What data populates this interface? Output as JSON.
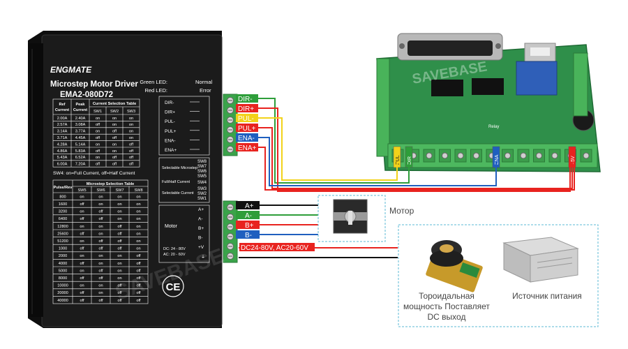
{
  "driver": {
    "brand": "ENGMATE",
    "title": "Microstep Motor Driver",
    "model": "EMA2-080D72",
    "led_green": "Green LED:",
    "led_green_state": "Normal",
    "led_red": "Red LED:",
    "led_red_state": "Error",
    "current_table": {
      "headers": [
        "Ref Current",
        "Peak Current",
        "Current Selection Table"
      ],
      "switch_headers": [
        "SW1",
        "SW2",
        "SW3"
      ],
      "rows": [
        [
          "2.00A",
          "2.40A",
          "on",
          "on",
          "on"
        ],
        [
          "2.57A",
          "3.08A",
          "off",
          "on",
          "on"
        ],
        [
          "3.14A",
          "3.77A",
          "on",
          "off",
          "on"
        ],
        [
          "3.71A",
          "4.45A",
          "off",
          "off",
          "on"
        ],
        [
          "4.28A",
          "5.14A",
          "on",
          "on",
          "off"
        ],
        [
          "4.86A",
          "5.83A",
          "off",
          "on",
          "off"
        ],
        [
          "5.43A",
          "6.52A",
          "on",
          "off",
          "off"
        ],
        [
          "6.00A",
          "7.20A",
          "off",
          "off",
          "off"
        ]
      ]
    },
    "sw4_note": "SW4: on=Full Current, off=Half Current",
    "microstep_table": {
      "headers": [
        "Pulse/Rev",
        "Microstep Selection Table"
      ],
      "switch_headers": [
        "SW5",
        "SW6",
        "SW7",
        "SW8"
      ],
      "rows": [
        [
          "800",
          "on",
          "on",
          "on",
          "on"
        ],
        [
          "1600",
          "off",
          "on",
          "on",
          "on"
        ],
        [
          "3200",
          "on",
          "off",
          "on",
          "on"
        ],
        [
          "6400",
          "off",
          "off",
          "on",
          "on"
        ],
        [
          "12800",
          "on",
          "on",
          "off",
          "on"
        ],
        [
          "25600",
          "off",
          "on",
          "off",
          "on"
        ],
        [
          "51200",
          "on",
          "off",
          "off",
          "on"
        ],
        [
          "1000",
          "off",
          "off",
          "off",
          "on"
        ],
        [
          "2000",
          "on",
          "on",
          "on",
          "off"
        ],
        [
          "4000",
          "off",
          "on",
          "on",
          "off"
        ],
        [
          "5000",
          "on",
          "off",
          "on",
          "off"
        ],
        [
          "8000",
          "off",
          "off",
          "on",
          "off"
        ],
        [
          "10000",
          "on",
          "on",
          "off",
          "off"
        ],
        [
          "20000",
          "off",
          "on",
          "off",
          "off"
        ],
        [
          "40000",
          "off",
          "off",
          "off",
          "off"
        ]
      ]
    },
    "signal_terminals": [
      "DIR-",
      "DIR+",
      "PUL-",
      "PUL+",
      "ENA-",
      "ENA+"
    ],
    "dip_groups": {
      "microstep_label": "Selectable Microstep",
      "microstep_switches": [
        "SW8",
        "SW7",
        "SW6",
        "SW5"
      ],
      "fullhalf_label": "Full/Half Current",
      "fullhalf_switch": "SW4",
      "current_label": "Selectable Current",
      "current_switches": [
        "SW3",
        "SW2",
        "SW1"
      ]
    },
    "motor_label": "Motor",
    "motor_terminals": [
      "A+",
      "A-",
      "B+",
      "B-"
    ],
    "power_terminals": [
      "+V",
      "GND"
    ],
    "power_spec_dc": "DC: 24 - 80V",
    "power_spec_ac": "AC: 20 - 60V",
    "ce_mark": "CE"
  },
  "wires": {
    "signal": [
      {
        "label": "DIR-",
        "color": "#2e9e3a"
      },
      {
        "label": "DIR+",
        "color": "#e8231f"
      },
      {
        "label": "PUL-",
        "color": "#f2d21a"
      },
      {
        "label": "PUL+",
        "color": "#e8231f"
      },
      {
        "label": "ENA-",
        "color": "#1f5fbf"
      },
      {
        "label": "ENA+",
        "color": "#e8231f"
      }
    ],
    "motor": [
      {
        "label": "A+",
        "color": "#111111"
      },
      {
        "label": "A-",
        "color": "#2e9e3a"
      },
      {
        "label": "B+",
        "color": "#e8231f"
      },
      {
        "label": "B-",
        "color": "#1f5fbf"
      }
    ],
    "power_label": "DC24-80V, AC20-60V"
  },
  "breakout": {
    "pin_labels": [
      "PUL",
      "DIR",
      "ENA",
      "+5V"
    ],
    "relay_label": "Relay",
    "watermark": "SAVEBASE"
  },
  "captions": {
    "motor": "Мотор",
    "toroid_line1": "Тороидальная",
    "toroid_line2": "мощность Поставляет",
    "toroid_line3": "DC выход",
    "psu": "Источник питания"
  },
  "colors": {
    "driver_body": "#1b1b1b",
    "terminal_green": "#3aa34a",
    "board_green": "#2f8f4a",
    "dashed_box": "#5bb8d6"
  }
}
